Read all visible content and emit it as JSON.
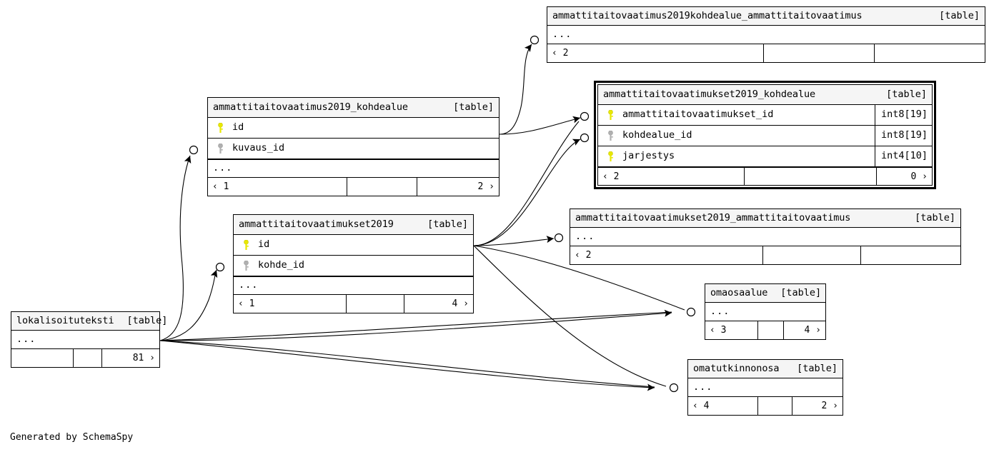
{
  "meta": {
    "credit": "Generated by SchemaSpy",
    "table_tag": "[table]",
    "ellipsis": "...",
    "nav_left": "‹",
    "nav_right": "›"
  },
  "tables": [
    {
      "id": "t_kohdealue_ammattitaitovaatimus",
      "name": "ammattitaitovaatimus2019kohdealue_ammattitaitovaatimus",
      "tag": "[table]",
      "focused": false,
      "columns": [],
      "has_ellipsis": true,
      "footer": {
        "left": "‹ 2",
        "middle": "",
        "right": ""
      }
    },
    {
      "id": "t_ammattitaitovaatimukset2019_kohdealue",
      "name": "ammattitaitovaatimukset2019_kohdealue",
      "tag": "[table]",
      "focused": true,
      "columns": [
        {
          "key": "primary",
          "name": "ammattitaitovaatimukset_id",
          "type": "int8[19]"
        },
        {
          "key": "foreign",
          "name": "kohdealue_id",
          "type": "int8[19]"
        },
        {
          "key": "primary",
          "name": "jarjestys",
          "type": "int4[10]"
        }
      ],
      "has_ellipsis": false,
      "footer": {
        "left": "‹ 2",
        "middle": "",
        "right": "0 ›"
      }
    },
    {
      "id": "t_ammattitaitovaatimus2019_kohdealue",
      "name": "ammattitaitovaatimus2019_kohdealue",
      "tag": "[table]",
      "focused": false,
      "columns": [
        {
          "key": "primary",
          "name": "id",
          "type": ""
        },
        {
          "key": "foreign",
          "name": "kuvaus_id",
          "type": ""
        }
      ],
      "has_ellipsis": true,
      "footer": {
        "left": "‹ 1",
        "middle": "",
        "right": "2 ›"
      }
    },
    {
      "id": "t_ammattitaitovaatimukset2019",
      "name": "ammattitaitovaatimukset2019",
      "tag": "[table]",
      "focused": false,
      "columns": [
        {
          "key": "primary",
          "name": "id",
          "type": ""
        },
        {
          "key": "foreign",
          "name": "kohde_id",
          "type": ""
        }
      ],
      "has_ellipsis": true,
      "footer": {
        "left": "‹ 1",
        "middle": "",
        "right": "4 ›"
      }
    },
    {
      "id": "t_ammattitaitovaatimukset2019_ammattitaitovaatimus",
      "name": "ammattitaitovaatimukset2019_ammattitaitovaatimus",
      "tag": "[table]",
      "focused": false,
      "columns": [],
      "has_ellipsis": true,
      "footer": {
        "left": "‹ 2",
        "middle": "",
        "right": ""
      }
    },
    {
      "id": "t_omaosaalue",
      "name": "omaosaalue",
      "tag": "[table]",
      "focused": false,
      "columns": [],
      "has_ellipsis": true,
      "footer": {
        "left": "‹ 3",
        "middle": "",
        "right": "4 ›"
      }
    },
    {
      "id": "t_omatutkinnonosa",
      "name": "omatutkinnonosa",
      "tag": "[table]",
      "focused": false,
      "columns": [],
      "has_ellipsis": true,
      "footer": {
        "left": "‹ 4",
        "middle": "",
        "right": "2 ›"
      }
    },
    {
      "id": "t_lokalisoituteksti",
      "name": "lokalisoituteksti",
      "tag": "[table]",
      "focused": false,
      "columns": [],
      "has_ellipsis": true,
      "footer": {
        "left": "",
        "middle": "",
        "right": "81 ›"
      }
    }
  ],
  "relationships": [
    {
      "from": "t_ammattitaitovaatimus2019_kohdealue",
      "to": "t_kohdealue_ammattitaitovaatimus"
    },
    {
      "from": "t_ammattitaitovaatimus2019_kohdealue",
      "to": "t_ammattitaitovaatimukset2019_kohdealue"
    },
    {
      "from": "t_ammattitaitovaatimukset2019",
      "to": "t_ammattitaitovaatimukset2019_kohdealue"
    },
    {
      "from": "t_ammattitaitovaatimukset2019",
      "to": "t_ammattitaitovaatimukset2019_ammattitaitovaatimus"
    },
    {
      "from": "t_ammattitaitovaatimukset2019",
      "to": "t_omaosaalue"
    },
    {
      "from": "t_ammattitaitovaatimukset2019",
      "to": "t_omatutkinnonosa"
    },
    {
      "from": "t_lokalisoituteksti",
      "to": "t_ammattitaitovaatimus2019_kohdealue"
    },
    {
      "from": "t_lokalisoituteksti",
      "to": "t_ammattitaitovaatimukset2019"
    },
    {
      "from": "t_lokalisoituteksti",
      "to": "t_omaosaalue"
    },
    {
      "from": "t_lokalisoituteksti",
      "to": "t_omatutkinnonosa"
    }
  ],
  "colors": {
    "primary_key": "#e8e800",
    "foreign_key": "#b0b0b0",
    "header_bg": "#f5f5f5",
    "border": "#000000",
    "background": "#ffffff"
  }
}
